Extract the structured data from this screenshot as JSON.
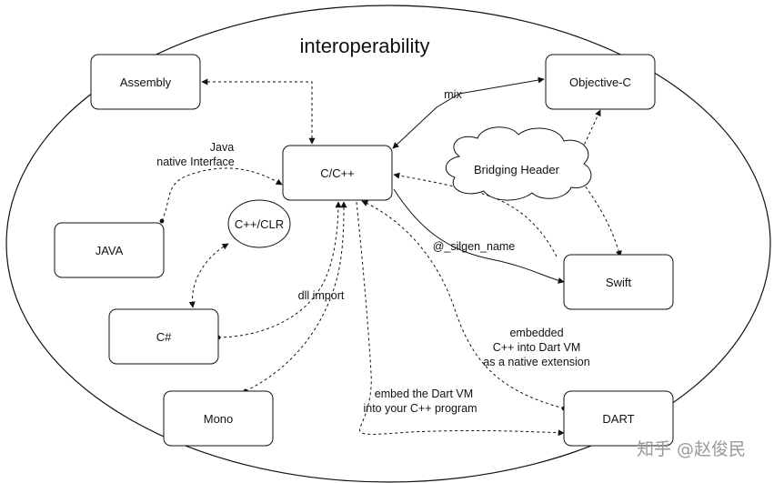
{
  "title": "interoperability",
  "nodes": {
    "assembly": "Assembly",
    "cpp": "C/C++",
    "objc": "Objective-C",
    "java": "JAVA",
    "cppclr": "C++/CLR",
    "csharp": "C#",
    "mono": "Mono",
    "swift": "Swift",
    "dart": "DART",
    "bridging": "Bridging Header"
  },
  "edges": {
    "mix": "mix",
    "jni_1": "Java",
    "jni_2": "native Interface",
    "silgen": "@_silgen_name",
    "dll": "dll import",
    "embedded_1": "embedded",
    "embedded_2": "C++ into Dart VM",
    "embedded_3": "as a native extension",
    "embed_vm_1": "embed the Dart VM",
    "embed_vm_2": "into your C++ program"
  },
  "watermark": "知乎 @赵俊民"
}
